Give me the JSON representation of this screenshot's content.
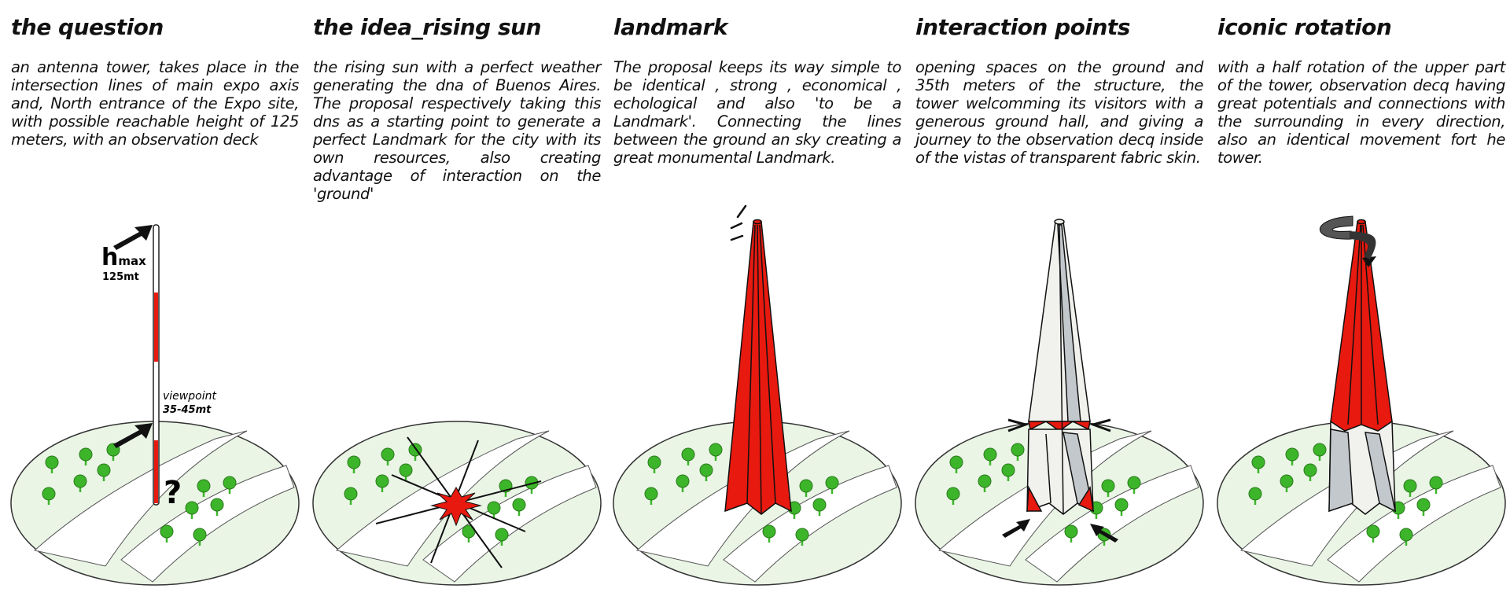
{
  "panels": [
    {
      "title": "the question",
      "body": "an antenna tower, takes place in the intersection lines of main expo axis and, North entrance of the Expo site, with possible reachable height of 125 meters, with an observation deck",
      "labels": {
        "h": "h",
        "max": "max",
        "height": "125mt",
        "viewpoint": "viewpoint",
        "viewpoint_height": "35-45mt",
        "question_mark": "?"
      }
    },
    {
      "title": "the idea_rising sun",
      "body": "the rising sun with a perfect weather generating the dna of Buenos Aires. The proposal respectively taking this dns as a starting point to generate a perfect Landmark for the city with its own resources, also creating advantage of interaction on the 'ground'"
    },
    {
      "title": "landmark",
      "body": "The proposal keeps its way simple to be identical , strong , economical , echological and also 'to be a Landmark'. Connecting the lines between the ground an sky creating a great monumental Landmark."
    },
    {
      "title": "interaction points",
      "body": "opening spaces on the ground and 35th meters of the structure, the tower welcomming its visitors with a generous ground hall, and giving a journey to the observation decq inside of the vistas of transparent  fabric skin."
    },
    {
      "title": "iconic rotation",
      "body": "with a half rotation of the upper part of the tower, observation decq having great potentials and connections with the surrounding in every direction, also an identical movement fort he tower."
    }
  ],
  "colors": {
    "red": "#e8190f",
    "tree_green": "#3db52a",
    "ground": "#eaf5e6",
    "white_fabric": "#f1f1ee",
    "grey_fabric": "#c3c8cd",
    "black": "#111111"
  }
}
